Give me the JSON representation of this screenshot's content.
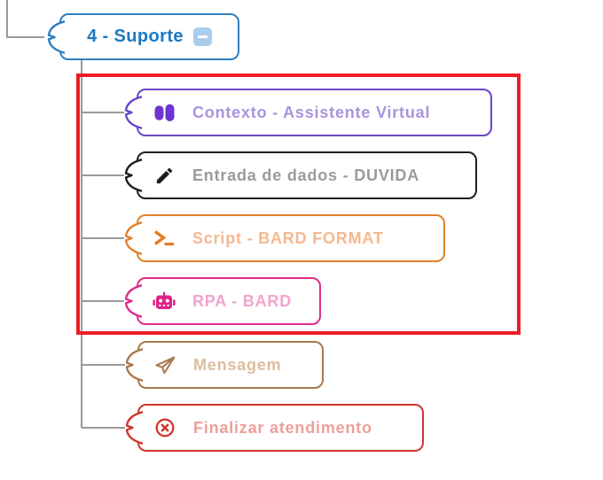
{
  "canvas": {
    "bg": "#ffffff"
  },
  "connector_color": "#999999",
  "highlight": {
    "color": "#ee1c25"
  },
  "root_node": {
    "label": "4 - Suporte",
    "border_color": "#2e7fc1",
    "text_color": "#1b79c2",
    "badge": {
      "icon": "minus-icon",
      "bg": "#a9cdec",
      "fg": "#ffffff"
    }
  },
  "nodes": [
    {
      "label": "Contexto - Assistente Virtual",
      "icon": "brain-icon",
      "border_color": "#6a46c9",
      "icon_color": "#6d35d0",
      "text_color": "#a993dc"
    },
    {
      "label": "Entrada de dados - DUVIDA",
      "icon": "pencil-icon",
      "border_color": "#1d1d1d",
      "icon_color": "#1d1d1d",
      "text_color": "#9b9b9b"
    },
    {
      "label": "Script - BARD FORMAT",
      "icon": "terminal-icon",
      "border_color": "#e0802d",
      "icon_color": "#e87a22",
      "text_color": "#f5b88e"
    },
    {
      "label": "RPA - BARD",
      "icon": "robot-icon",
      "border_color": "#df2b8c",
      "icon_color": "#e0218a",
      "text_color": "#f2a3ce"
    },
    {
      "label": "Mensagem",
      "icon": "paper-plane-icon",
      "border_color": "#a8794f",
      "icon_color": "#a8794f",
      "text_color": "#dcbd9e"
    },
    {
      "label": "Finalizar atendimento",
      "icon": "circle-x-icon",
      "border_color": "#cf3630",
      "icon_color": "#cf3630",
      "text_color": "#ec9f9b"
    }
  ]
}
